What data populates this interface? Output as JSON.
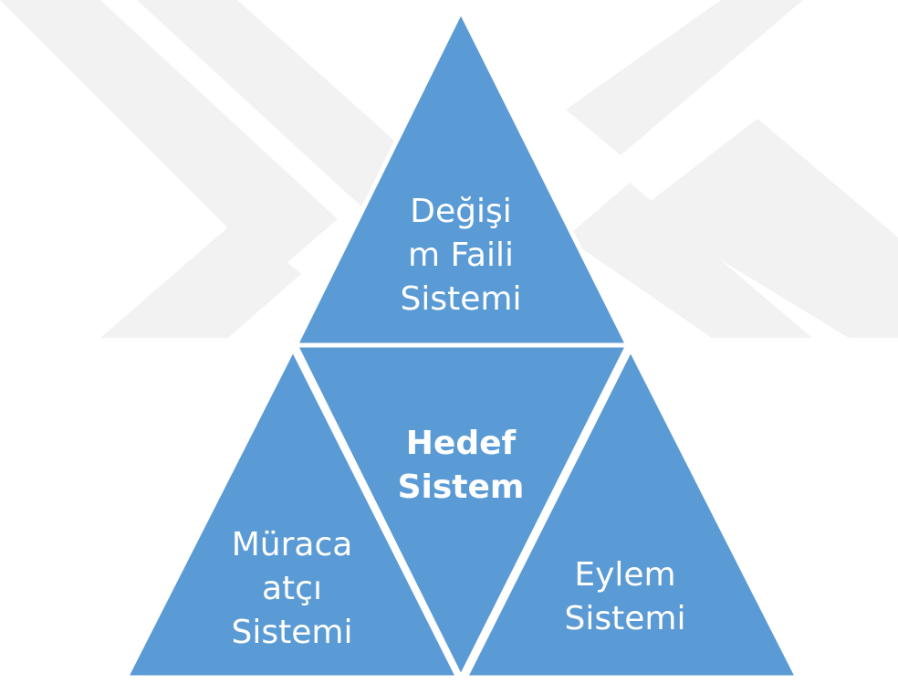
{
  "diagram": {
    "colors": {
      "fill": "#5b9bd5",
      "border": "#ffffff",
      "watermark": "#f2f2f2"
    },
    "watermark_icon": "yok-logo-watermark",
    "nodes": [
      {
        "id": "top",
        "lines": [
          "Değişi",
          "m Faili",
          "Sistemi"
        ],
        "bold": false
      },
      {
        "id": "center",
        "lines": [
          "Hedef",
          "Sistem"
        ],
        "bold": true
      },
      {
        "id": "left",
        "lines": [
          "Müraca",
          "atçı",
          "Sistemi"
        ],
        "bold": false
      },
      {
        "id": "right",
        "lines": [
          "Eylem",
          "Sistemi"
        ],
        "bold": false
      }
    ]
  }
}
